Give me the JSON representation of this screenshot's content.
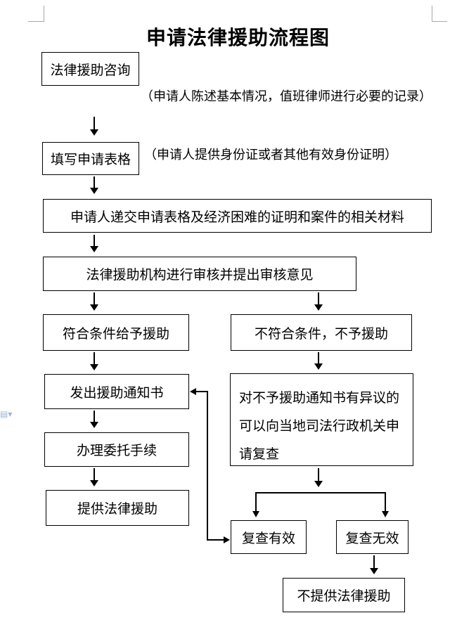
{
  "title": "申请法律援助流程图",
  "nodes": {
    "consult": "法律援助咨询",
    "fill_form": "填写申请表格",
    "submit": "申请人递交申请表格及经济困难的证明和案件的相关材料",
    "review": "法律援助机构进行审核并提出审核意见",
    "eligible": "符合条件给予援助",
    "not_eligible": "不符合条件，不予援助",
    "notice": "发出援助通知书",
    "objection": "对不予援助通知书有异议的可以向当地司法行政机关申请复查",
    "procedure": "办理委托手续",
    "provide": "提供法律援助",
    "recheck_valid": "复查有效",
    "recheck_invalid": "复查无效",
    "no_aid": "不提供法律援助"
  },
  "notes": {
    "consult_note": "（申请人陈述基本情况，值班律师进行必要的记录）",
    "form_note": "（申请人提供身份证或者其他有效身份证明）"
  }
}
